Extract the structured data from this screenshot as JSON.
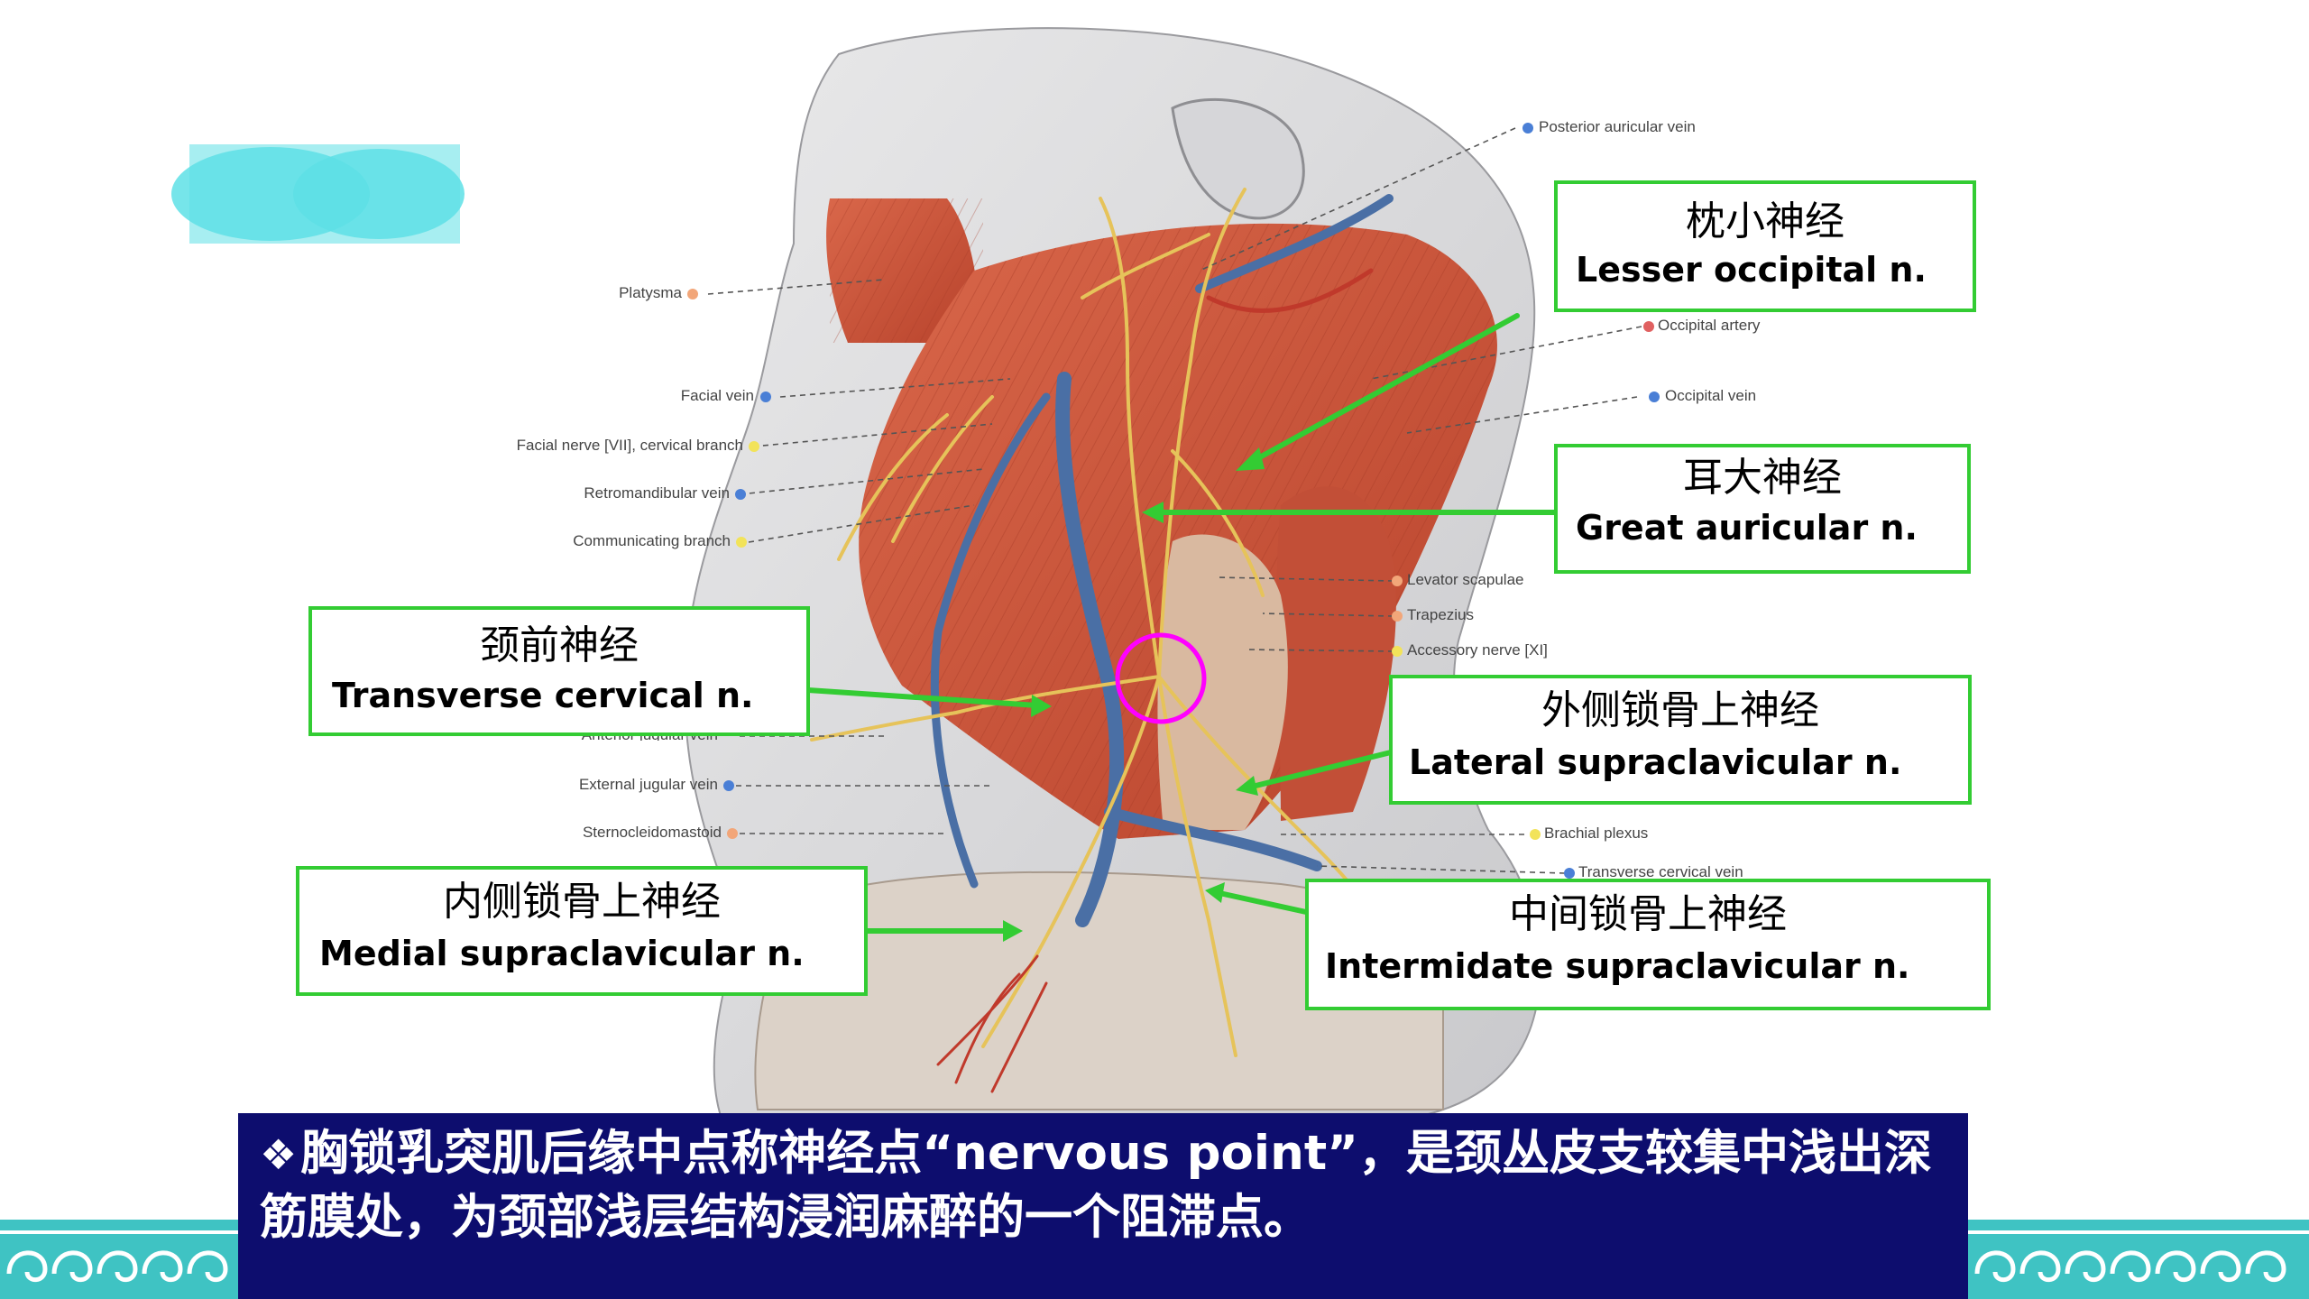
{
  "figure_labels": {
    "posterior_auricular_vein": "Posterior auricular vein",
    "occipital_artery": "Occipital artery",
    "occipital_vein": "Occipital vein",
    "platysma": "Platysma",
    "facial_vein": "Facial vein",
    "facial_nerve": "Facial nerve [VII], cervical branch",
    "retromandibular_vein": "Retromandibular vein",
    "communicating_branch": "Communicating branch",
    "levator_scapulae": "Levator scapulae",
    "trapezius": "Trapezius",
    "accessory_nerve": "Accessory nerve [XI]",
    "anterior_jugular_vein": "Anterior jugular vein",
    "external_jugular_vein": "External jugular vein",
    "sternocleidomastoid": "Sternocleidomastoid",
    "brachial_plexus": "Brachial plexus",
    "transverse_cervical_vein": "Transverse cervical vein"
  },
  "callouts": {
    "lesser_occipital": {
      "zh": "枕小神经",
      "en": "Lesser occipital n."
    },
    "great_auricular": {
      "zh": "耳大神经",
      "en": "Great auricular n."
    },
    "transverse_cervical": {
      "zh": "颈前神经",
      "en": "Transverse cervical n."
    },
    "lateral_supraclavicular": {
      "zh": "外侧锁骨上神经",
      "en": "Lateral supraclavicular n."
    },
    "medial_supraclavicular": {
      "zh": "内侧锁骨上神经",
      "en": "Medial supraclavicular n."
    },
    "intermediate_supraclavicular": {
      "zh": "中间锁骨上神经",
      "en": "Intermidate supraclavicular n."
    }
  },
  "caption": {
    "bullet": "❖",
    "text": "胸锁乳突肌后缘中点称神经点“nervous point”，是颈丛皮支较集中浅出深筋膜处，为颈部浅层结构浸润麻醉的一个阻滞点。"
  },
  "colors": {
    "callout_border": "#33cc33",
    "arrow": "#33cc33",
    "highlight_circle": "#ff00ff",
    "caption_bg": "#0d0d6e",
    "caption_text": "#ffffff",
    "border_pattern": "#3fc3c3",
    "muscle": "#c8553d",
    "nerve": "#e6c35a",
    "vein": "#4a6fa5"
  }
}
